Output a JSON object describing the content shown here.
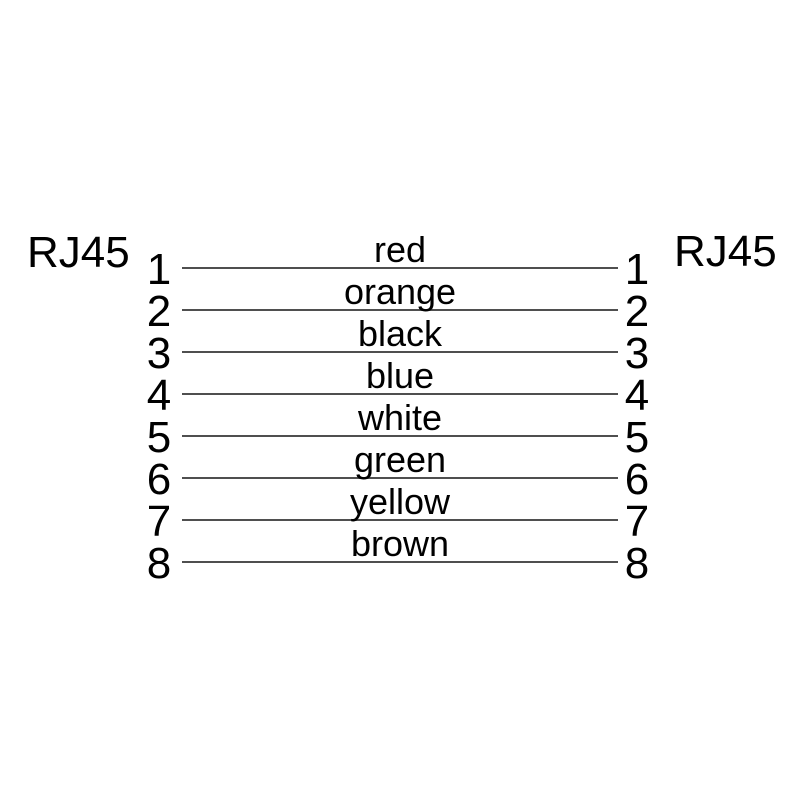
{
  "connectors": {
    "left": "RJ45",
    "right": "RJ45"
  },
  "wires": [
    {
      "pin": "1",
      "color": "red"
    },
    {
      "pin": "2",
      "color": "orange"
    },
    {
      "pin": "3",
      "color": "black"
    },
    {
      "pin": "4",
      "color": "blue"
    },
    {
      "pin": "5",
      "color": "white"
    },
    {
      "pin": "6",
      "color": "green"
    },
    {
      "pin": "7",
      "color": "yellow"
    },
    {
      "pin": "8",
      "color": "brown"
    }
  ],
  "colors": {
    "wire_line": "#4f4f4f",
    "text": "#000000",
    "background": "#ffffff"
  }
}
